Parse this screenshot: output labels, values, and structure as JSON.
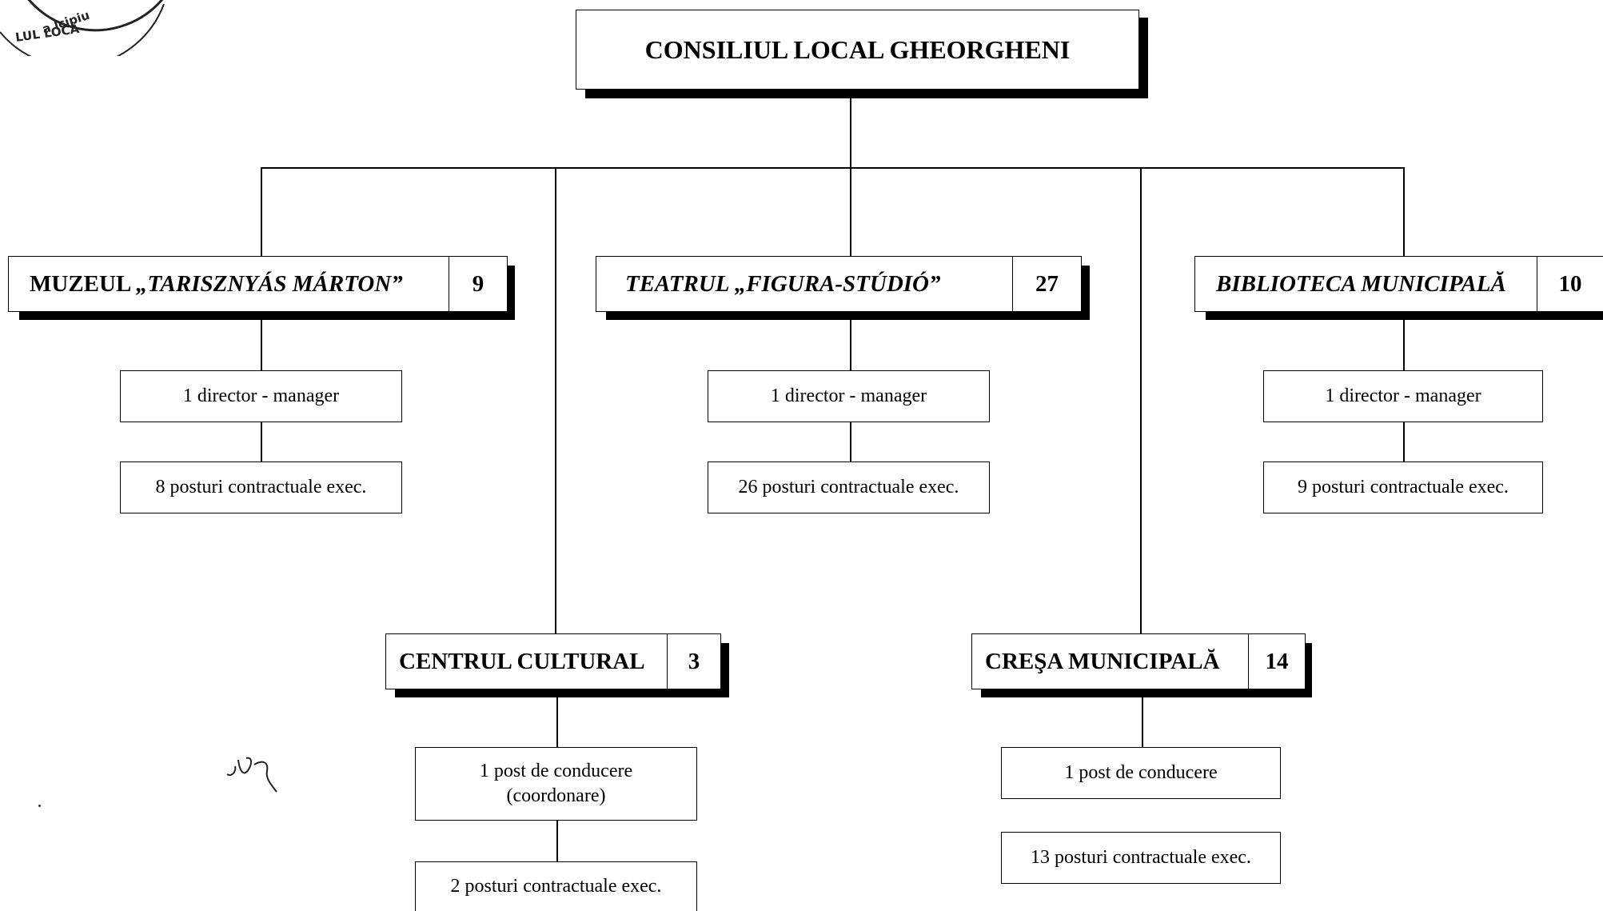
{
  "council": {
    "title": "CONSILIUL LOCAL GHEORGHENI"
  },
  "units": {
    "muzeu": {
      "prefix": "MUZEUL ",
      "name": "„TARISZNYÁS MÁRTON”",
      "count": "9",
      "director": "1 director - manager",
      "staff": "8 posturi contractuale exec."
    },
    "teatru": {
      "name": "TEATRUL „FIGURA-STÚDIÓ”",
      "count": "27",
      "director": "1 director - manager",
      "staff": "26 posturi contractuale exec."
    },
    "biblioteca": {
      "name": "BIBLIOTECA MUNICIPALĂ",
      "count": "10",
      "director": "1 director - manager",
      "staff": "9 posturi contractuale exec."
    },
    "centru": {
      "name": "CENTRUL CULTURAL",
      "count": "3",
      "lead_line1": "1 post de conducere",
      "lead_line2": "(coordonare)",
      "staff": "2 posturi contractuale exec."
    },
    "cresa": {
      "name": "CREŞA MUNICIPALĂ",
      "count": "14",
      "lead": "1 post de conducere",
      "staff": "13 posturi contractuale exec."
    }
  },
  "stamp": {
    "text": "LICIPIUL CONSILIUL LOCAL"
  }
}
